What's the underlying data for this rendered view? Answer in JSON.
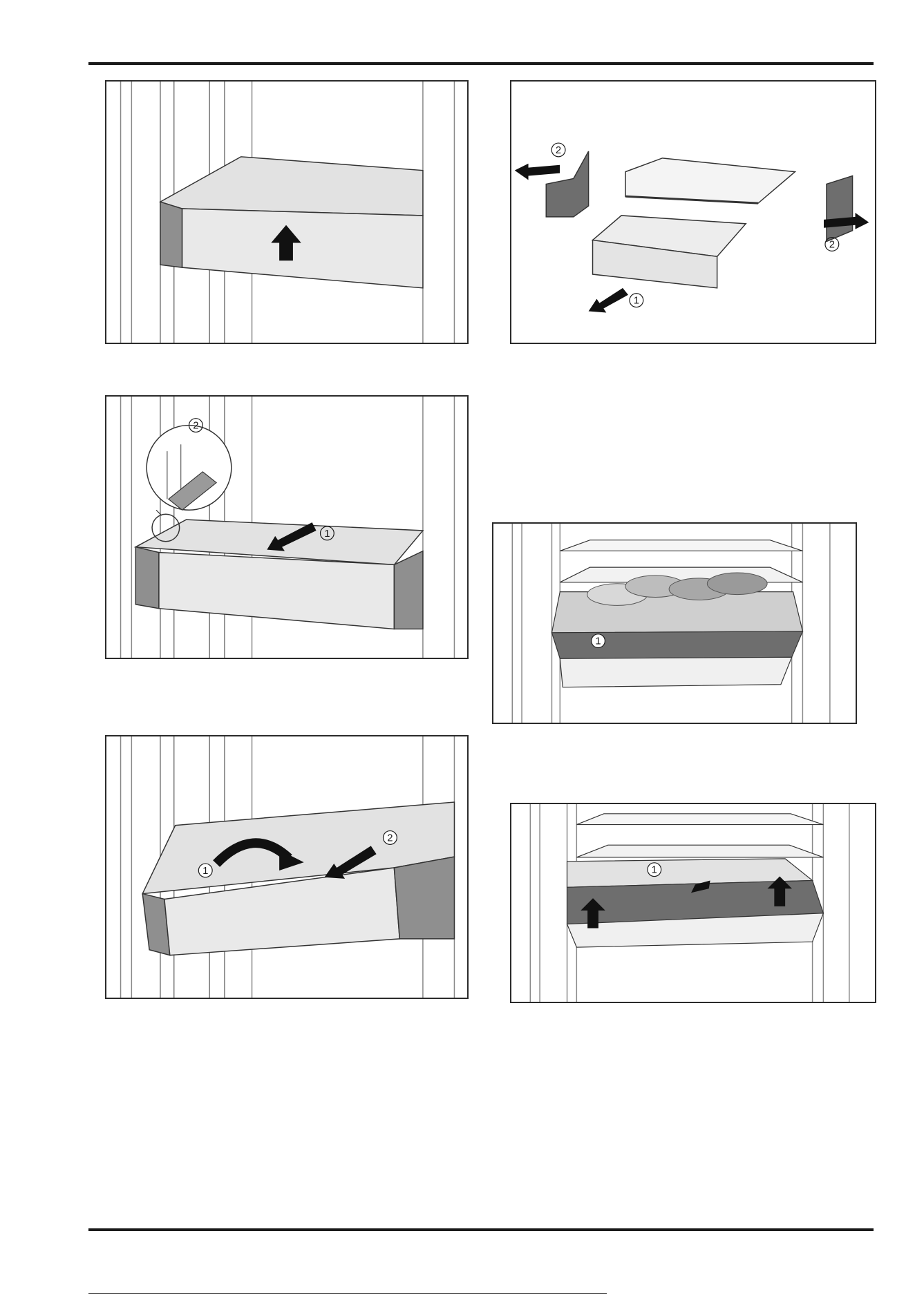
{
  "figures": [
    {
      "id": "fig1",
      "callouts": []
    },
    {
      "id": "fig2",
      "callouts": [
        "2",
        "1",
        "2"
      ]
    },
    {
      "id": "fig3",
      "callouts": [
        "2",
        "1"
      ]
    },
    {
      "id": "fig4",
      "callouts": [
        "1"
      ]
    },
    {
      "id": "fig5",
      "callouts": [
        "2",
        "1"
      ]
    },
    {
      "id": "fig6",
      "callouts": [
        "1"
      ]
    }
  ],
  "colors": {
    "rule": "#1a1a1a",
    "panel": "#e6e6e6",
    "dark_panel": "#6e6e6e",
    "arrow": "#111111"
  }
}
